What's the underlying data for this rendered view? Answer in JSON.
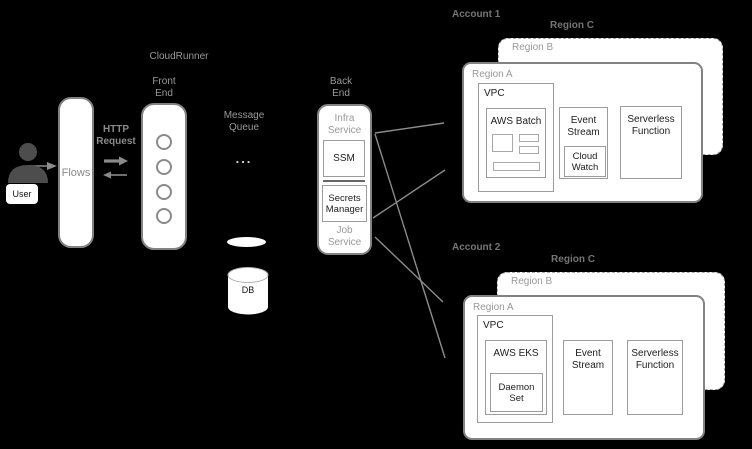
{
  "diagram": {
    "cloudrunner_label": "CloudRunner",
    "user_label": "User",
    "flows_label": "Flows",
    "http_request_label": "HTTP Request",
    "front_end_label": "Front End",
    "message_queue_label": "Message Queue",
    "queue_dots": "...",
    "db_label": "DB",
    "back_end_label": "Back End",
    "infra_service_label": "Infra Service",
    "ssm_label": "SSM",
    "secrets_manager_label": "Secrets Manager",
    "job_service_label": "Job Service"
  },
  "accounts": [
    {
      "name": "Account 1",
      "region_c": "Region C",
      "region_b": "Region B",
      "region_a": "Region A",
      "vpc": "VPC",
      "compute": "AWS Batch",
      "event_stream": "Event Stream",
      "event_stream_child": "Cloud Watch",
      "serverless": "Serverless Function"
    },
    {
      "name": "Account 2",
      "region_c": "Region C",
      "region_b": "Region B",
      "region_a": "Region A",
      "vpc": "VPC",
      "compute": "AWS EKS",
      "compute_child": "Daemon Set",
      "event_stream": "Event Stream",
      "serverless": "Serverless Function"
    }
  ],
  "colors": {
    "background": "#000000",
    "node_fill": "#ffffff",
    "node_border": "#828282",
    "inner_border": "#9c9c9c",
    "gray_label": "#999999",
    "bold_gray_label": "#757575",
    "dark_text": "#1c1c1c",
    "connector": "#8c8c8c"
  }
}
